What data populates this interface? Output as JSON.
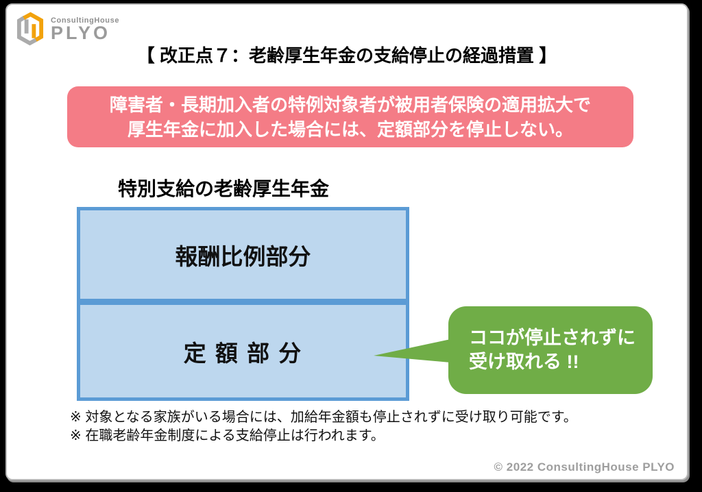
{
  "slide": {
    "logo": {
      "brand_small": "ConsultingHouse",
      "brand_large": "PLYO"
    },
    "title": "【 改正点７：老齢厚生年金の支給停止の経過措置 】",
    "banner": {
      "line1": "障害者・長期加入者の特例対象者が被用者保険の適用拡大で",
      "line2": "厚生年金に加入した場合には、定額部分を停止しない。"
    },
    "diagram": {
      "label": "特別支給の老齢厚生年金",
      "box_top": "報酬比例部分",
      "box_bottom": "定 額 部 分",
      "callout_line1": "ココが停止されずに",
      "callout_line2": "受け取れる !!"
    },
    "notes": [
      "※ 対象となる家族がいる場合には、加給年金額も停止されずに受け取り可能です。",
      "※ 在職老齢年金制度による支給停止は行われます。"
    ],
    "footer": "© 2022 ConsultingHouse PLYO",
    "colors": {
      "banner_pink": "#F47C86",
      "box_fill": "#BDD7EE",
      "box_border": "#5B9BD5",
      "callout_green": "#70AD47",
      "logo_orange": "#F2A20C",
      "logo_gray": "#ABABAB"
    }
  }
}
